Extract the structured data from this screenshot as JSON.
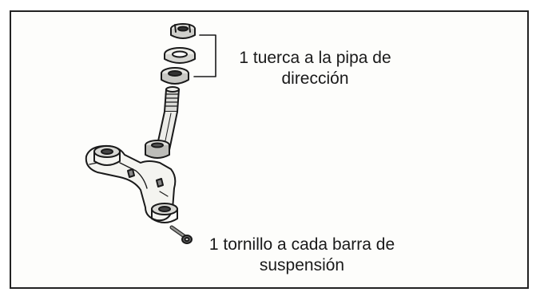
{
  "callouts": {
    "nut": {
      "line1": "1 tuerca a la pipa de",
      "line2": "dirección"
    },
    "screw": {
      "line1": "1 tornillo a cada barra de",
      "line2": "suspensión"
    }
  }
}
